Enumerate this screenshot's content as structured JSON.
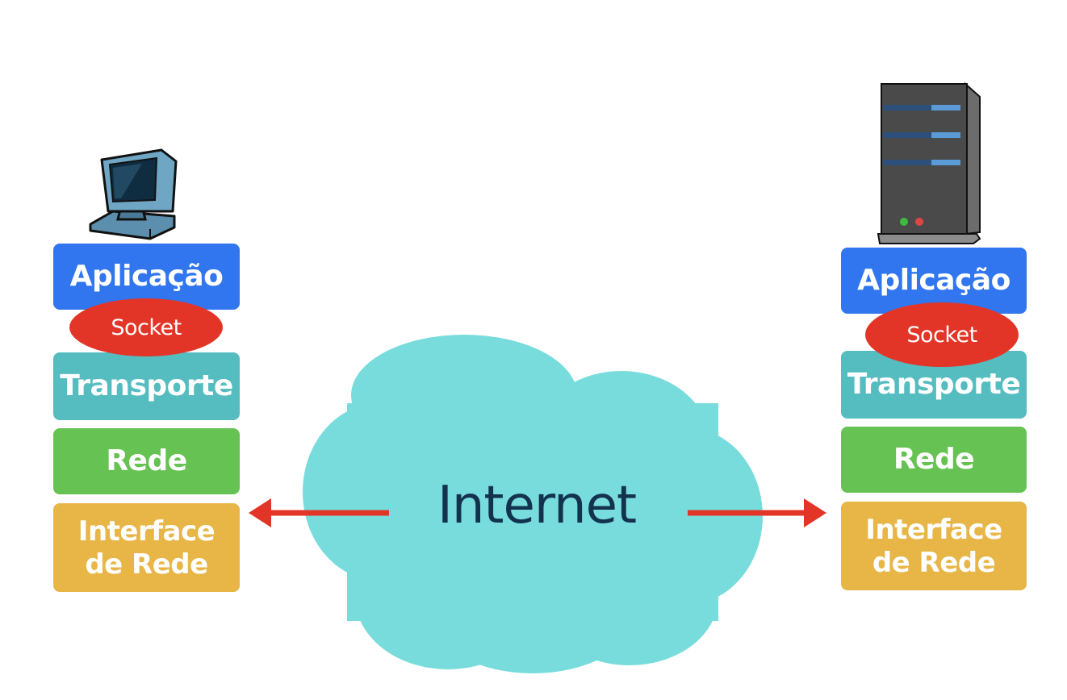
{
  "cloud": {
    "label": "Internet",
    "color": "#78dcdc"
  },
  "client": {
    "icon": "desktop-computer-icon",
    "layers": {
      "application": "Aplicação",
      "socket": "Socket",
      "transport": "Transporte",
      "network": "Rede",
      "interface_line1": "Interface",
      "interface_line2": "de Rede"
    }
  },
  "server": {
    "icon": "server-tower-icon",
    "layers": {
      "application": "Aplicação",
      "socket": "Socket",
      "transport": "Transporte",
      "network": "Rede",
      "interface_line1": "Interface",
      "interface_line2": "de Rede"
    }
  },
  "colors": {
    "application": "#3176ee",
    "socket": "#e33527",
    "transport": "#55bcc0",
    "network": "#66c252",
    "interface": "#e7b647",
    "arrow": "#e33527"
  }
}
